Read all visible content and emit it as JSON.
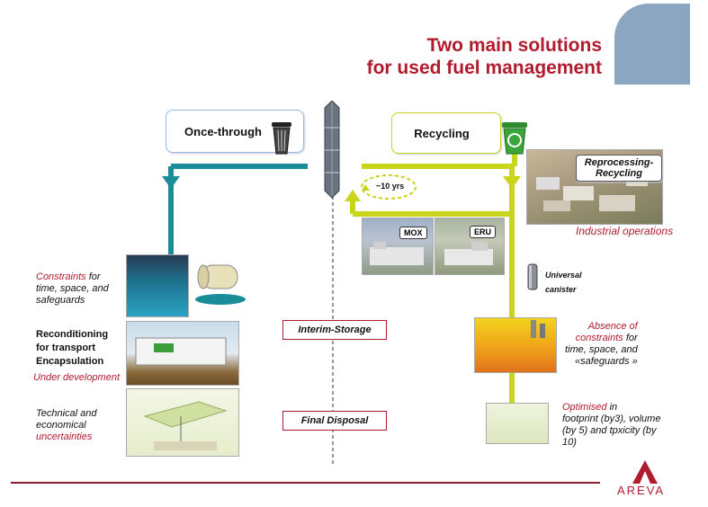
{
  "title": {
    "line1": "Two main solutions",
    "line2": "for used fuel management"
  },
  "once_through": {
    "label": "Once-through"
  },
  "recycling": {
    "label": "Recycling"
  },
  "cycle": {
    "label": "~10 yrs"
  },
  "reprocessing": {
    "label": "Reprocessing-\nRecycling"
  },
  "industrial": {
    "label": "Industrial operations"
  },
  "mox": {
    "label": "MOX"
  },
  "eru": {
    "label": "ERU"
  },
  "canister": {
    "label": "Universal\ncanister"
  },
  "left": {
    "constraints_red": "Constraints",
    "constraints_rest": " for\ntime, space, and\n safeguards",
    "recond": "Reconditioning\nfor transport\nEncapsulation",
    "under_dev": "Under development",
    "tech": "Technical and\neconomical",
    "uncertainties": "uncertainties"
  },
  "middle": {
    "interim": "Interim-Storage",
    "final": "Final Disposal"
  },
  "right": {
    "absence_red": "Absence of\nconstraints",
    "absence_rest": " for\ntime, space, and\n«safeguards »",
    "optimised_red": "Optimised",
    "optimised_rest": " in\nfootprint (by3), volume\n(by 5) and tpxicity (by\n10)"
  },
  "logo": {
    "label": "AREVA"
  },
  "colors": {
    "teal": "#1a8c9a",
    "lime": "#c9d41c",
    "red": "#b01c2e",
    "blue_corner": "#8aa6c1"
  },
  "icons": [
    "trash-bin-icon",
    "recycle-bin-icon",
    "canister-icon",
    "fuel-assembly-icon",
    "areva-logo-icon"
  ]
}
